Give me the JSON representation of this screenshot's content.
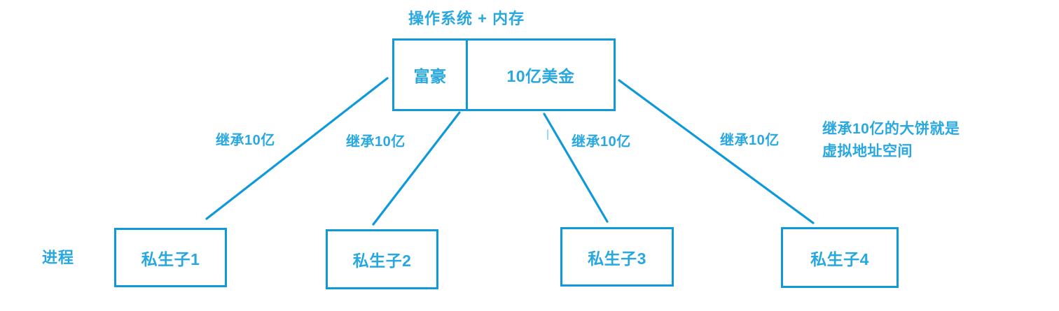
{
  "diagram": {
    "title": "操作系统 + 内存",
    "accent_color": "#29a8e0",
    "stroke_color": "#1099d8",
    "background_color": "#ffffff"
  },
  "memory_box": {
    "owner_label": "富豪",
    "amount_label": "10亿美金"
  },
  "process_group": {
    "label": "进程",
    "boxes": [
      {
        "label": "私生子1"
      },
      {
        "label": "私生子2"
      },
      {
        "label": "私生子3"
      },
      {
        "label": "私生子4"
      }
    ]
  },
  "edges": [
    {
      "label": "继承10亿",
      "from": "memory-box",
      "to": "process-box-1"
    },
    {
      "label": "继承10亿",
      "from": "memory-box",
      "to": "process-box-2"
    },
    {
      "label": "继承10亿",
      "from": "memory-box",
      "to": "process-box-3"
    },
    {
      "label": "继承10亿",
      "from": "memory-box",
      "to": "process-box-4"
    }
  ],
  "annotation": {
    "line1": "继承10亿的大饼就是",
    "line2": "虚拟地址空间"
  }
}
